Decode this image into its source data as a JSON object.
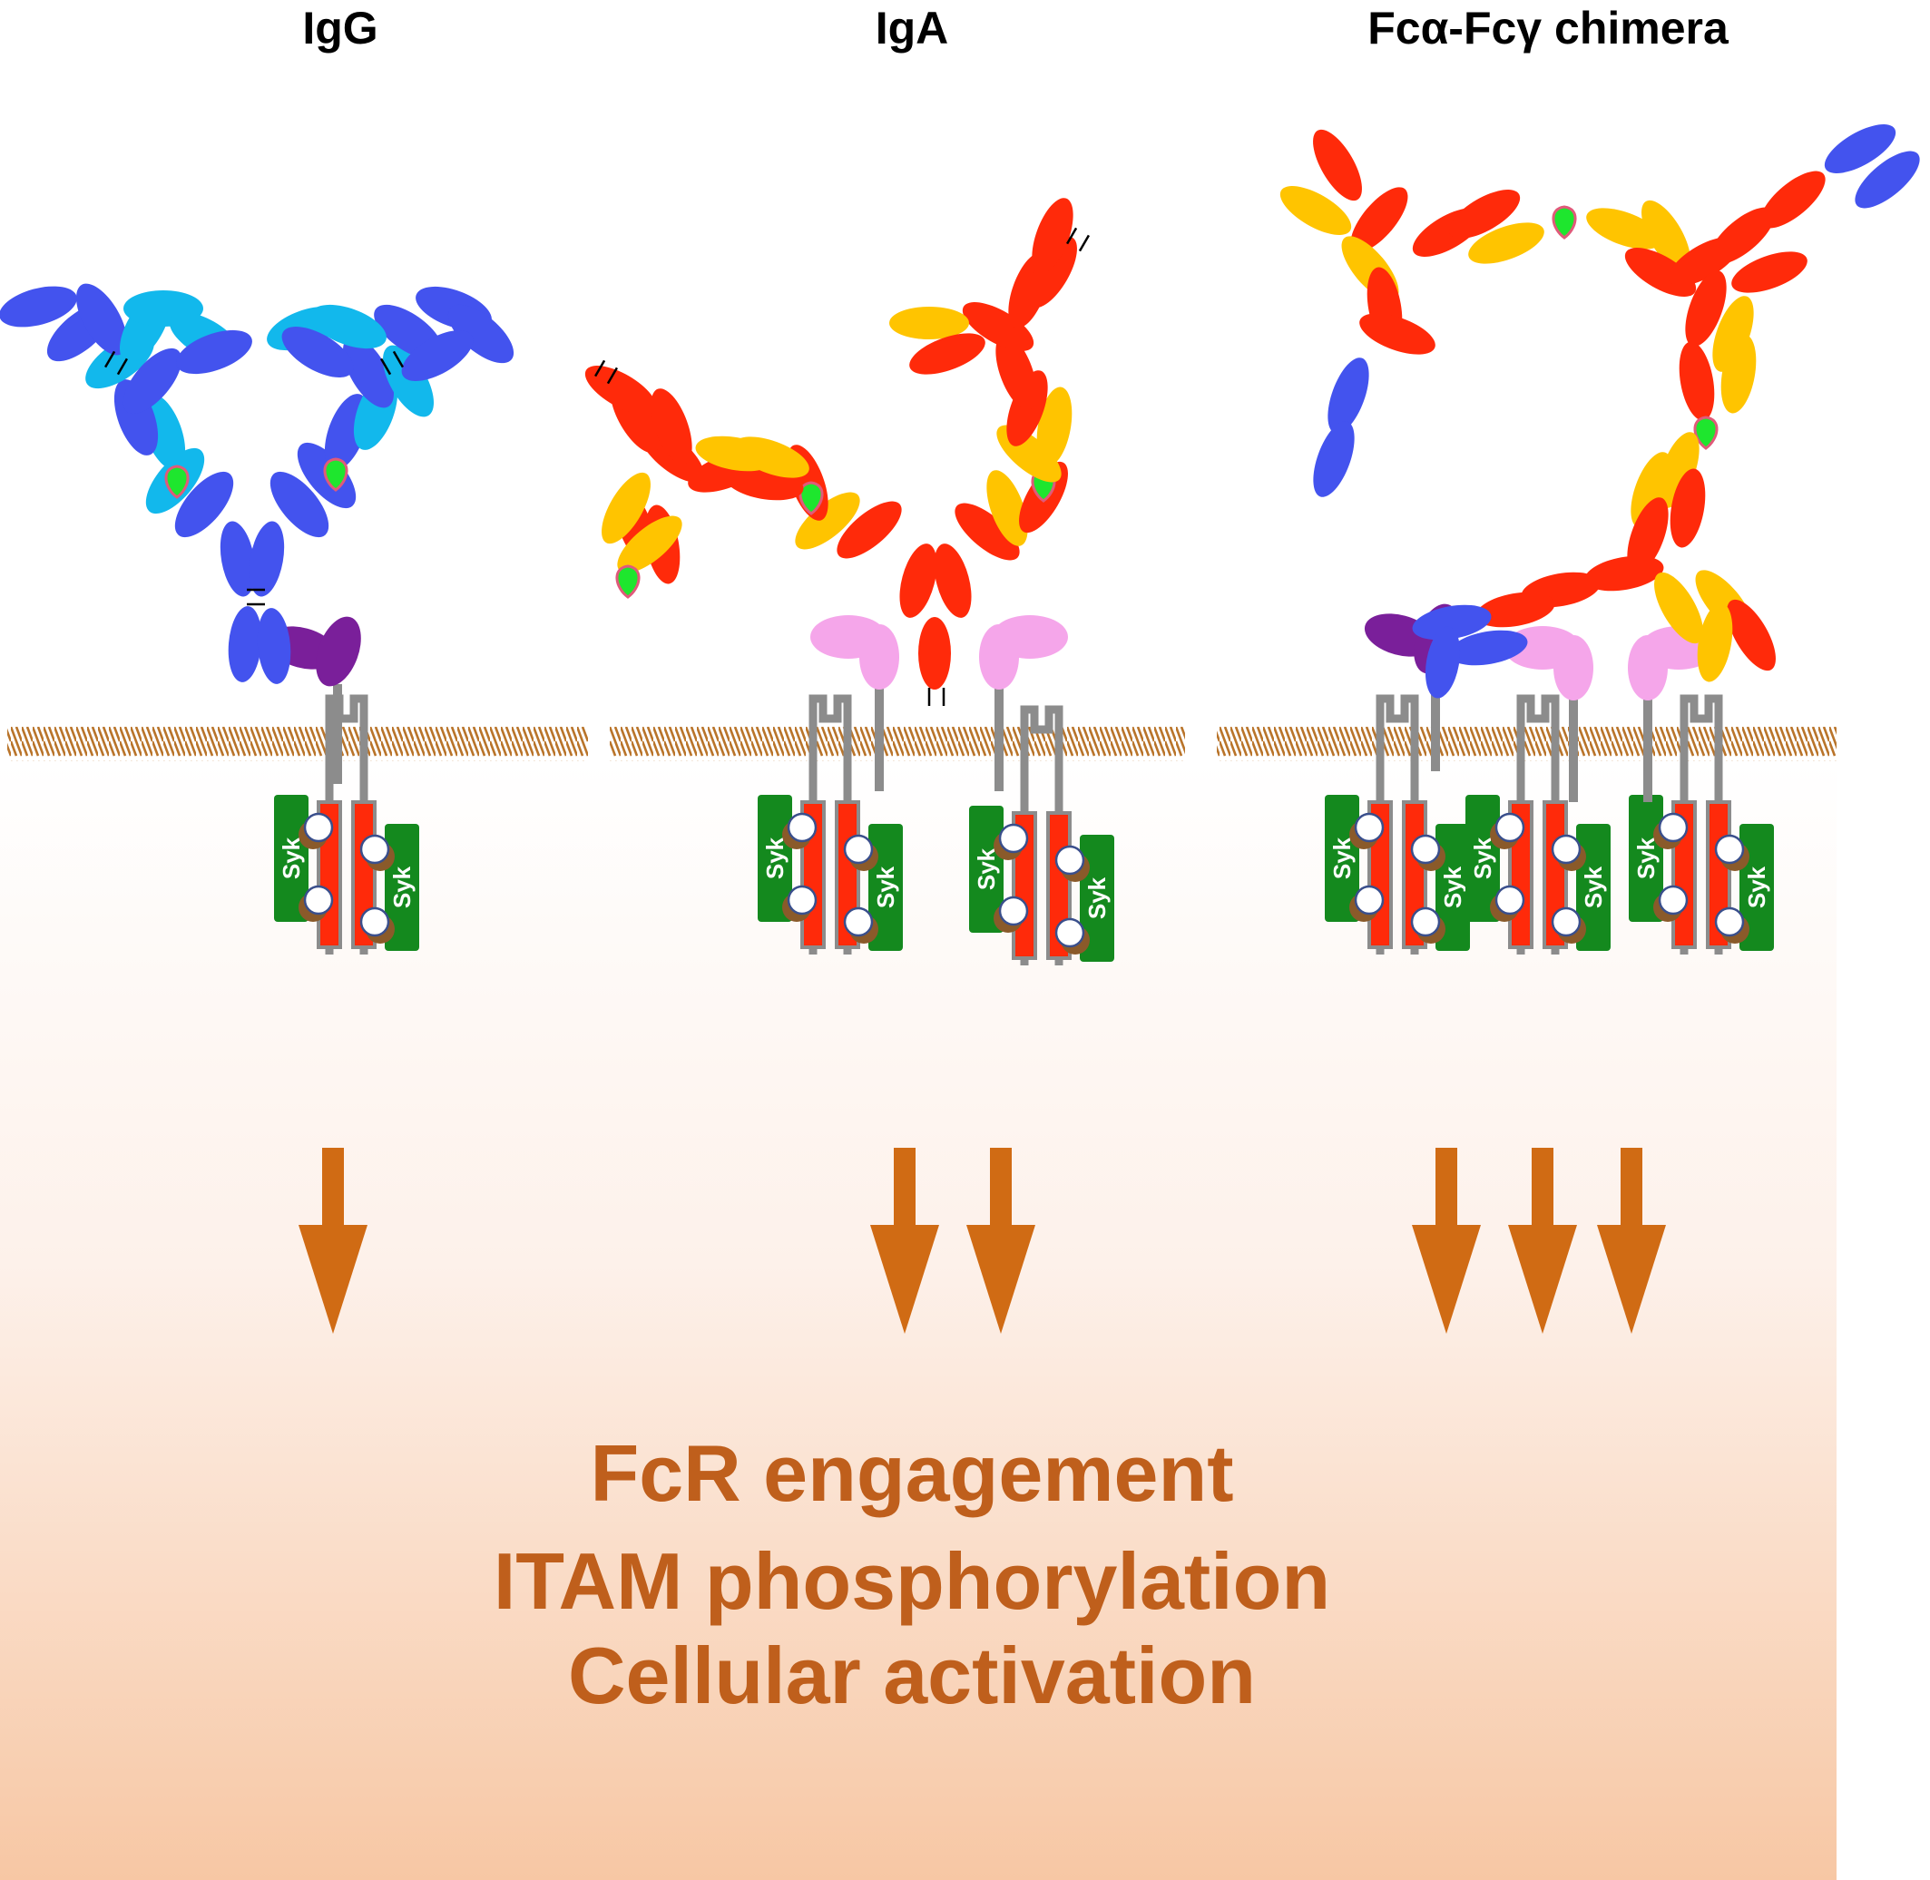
{
  "titles": {
    "igg": "IgG",
    "iga": "IgA",
    "chimera": "Fcα-Fcγ chimera"
  },
  "kinase_label": "Syk",
  "outcome": {
    "line1": "FcR engagement",
    "line2": "ITAM phosphorylation",
    "line3": "Cellular activation"
  },
  "colors": {
    "igg_heavy": "#4353ee",
    "igg_light_domain": "#12b8ec",
    "iga_heavy": "#ff2a0a",
    "iga_light_domain": "#ffc400",
    "glycan": "#1ee62e",
    "fcgr_receptor": "#7a1f9a",
    "fcar_receptor": "#f5a6ea",
    "gamma_chain": "#8c8c8c",
    "itam": "#ff2a0a",
    "syk": "#14891e",
    "arrow": "#d06b14",
    "outcome_text": "#bf5f1c",
    "membrane": "#c07a2a",
    "cytoplasm_bottom": "#f7c7a4"
  },
  "signal_arrows": {
    "igg": 1,
    "iga": 2,
    "chimera": 3
  }
}
